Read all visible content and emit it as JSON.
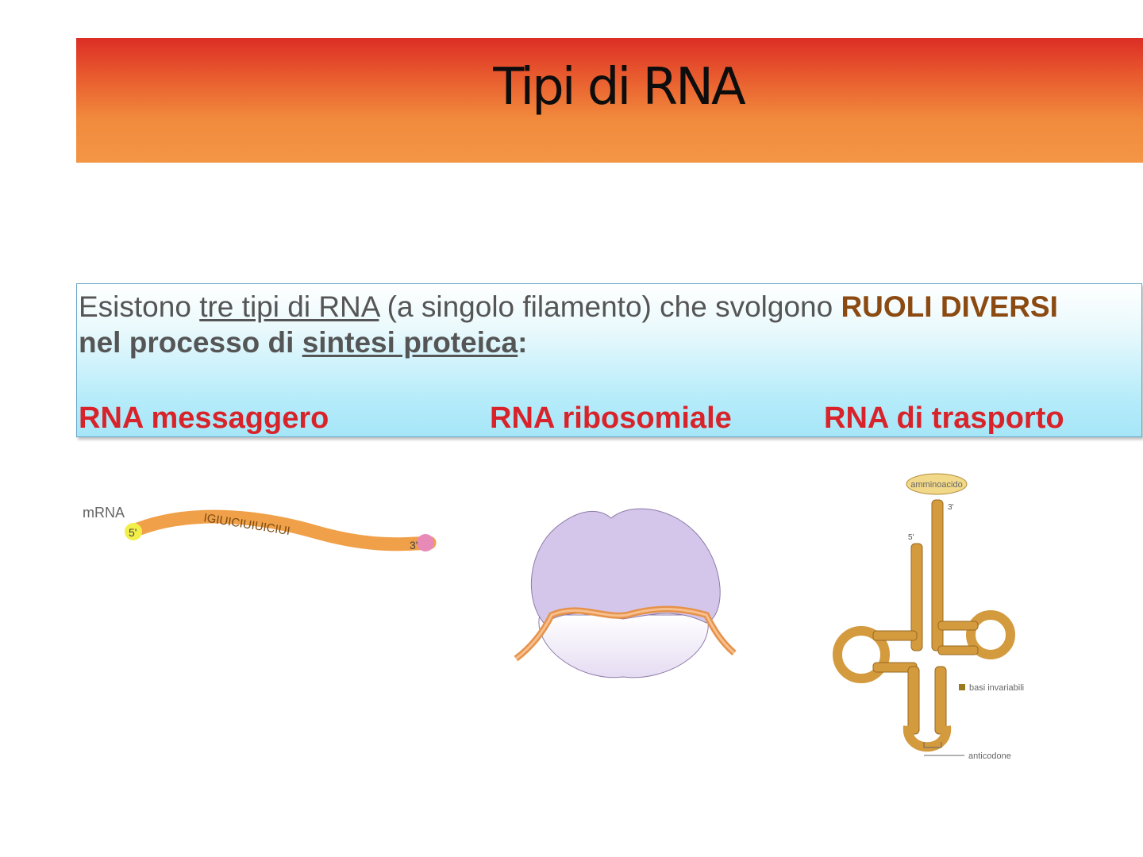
{
  "slide": {
    "title": "Tipi di RNA",
    "intro": {
      "part1": "Esistono ",
      "underlined": "tre tipi di RNA",
      "part2": " (a singolo filamento) che svolgono ",
      "emphasis": "RUOLI DIVERSI",
      "line2_bold": "nel  processo di ",
      "line2_underlined": "sintesi proteica",
      "line2_end": ":"
    },
    "types": [
      "RNA messaggero",
      "RNA ribosomiale",
      "RNA di trasporto"
    ]
  },
  "figures": {
    "mrna": {
      "label": "mRNA",
      "end5": "5'",
      "end3": "3'",
      "sequence": "IGIUICIUIUICIUI"
    },
    "trna": {
      "top_label": "amminoacido",
      "end3": "3'",
      "end5": "5'",
      "legend": "basi invariabili",
      "anticodon": "anticodone"
    }
  },
  "colors": {
    "banner_top": "#dc2e26",
    "banner_bottom": "#f39645",
    "type_label": "#d8232a",
    "emphasis": "#8b4a12",
    "rna_strand": "#f0a048",
    "ribosome": "#d4c6ea"
  }
}
